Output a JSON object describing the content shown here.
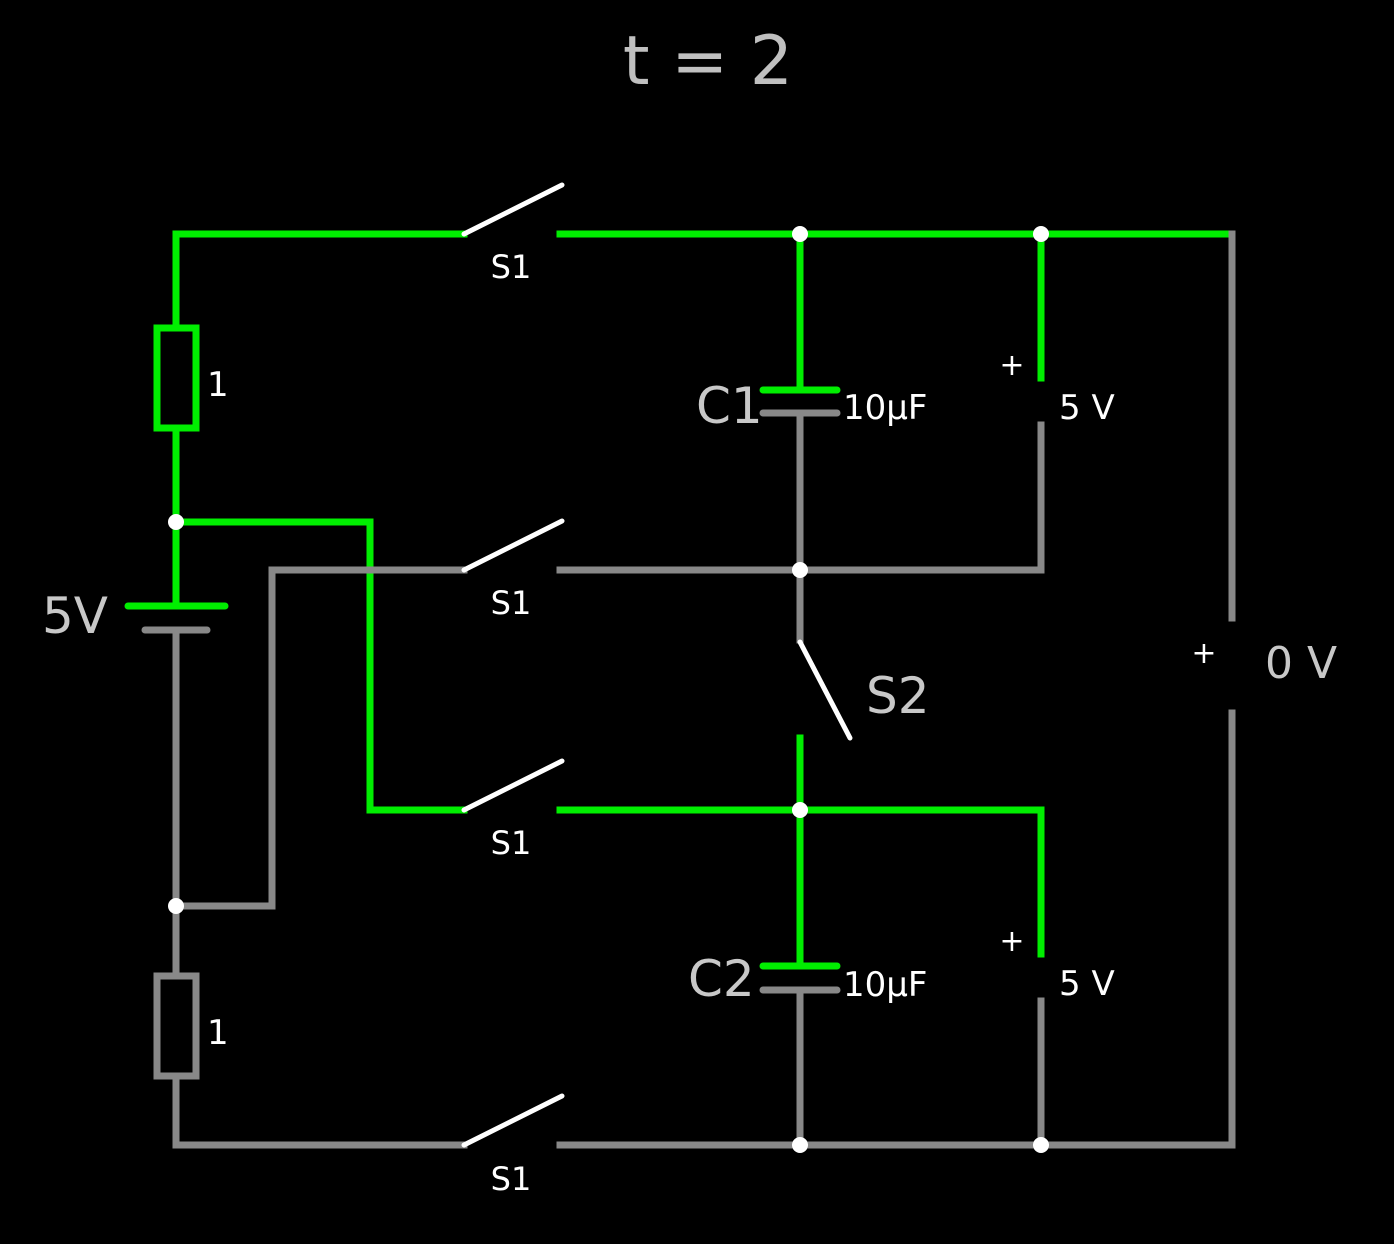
{
  "title": "t = 2",
  "resistors": [
    {
      "id": "R1",
      "value": "1"
    },
    {
      "id": "R2",
      "value": "1"
    }
  ],
  "battery": {
    "label": "5V"
  },
  "capacitors": [
    {
      "id": "C1",
      "label": "C1",
      "value": "10µF"
    },
    {
      "id": "C2",
      "label": "C2",
      "value": "10µF"
    }
  ],
  "switches": {
    "s1_label": "S1",
    "s2_label": "S2"
  },
  "meters": [
    {
      "id": "V1",
      "sign": "+",
      "reading": "5 V"
    },
    {
      "id": "V2",
      "sign": "+",
      "reading": "5 V"
    },
    {
      "id": "V3",
      "sign": "+",
      "reading": "0 V"
    }
  ],
  "colors": {
    "energized": "#00ee00",
    "idle": "#888888",
    "switch": "#ffffff",
    "background": "#000000"
  }
}
